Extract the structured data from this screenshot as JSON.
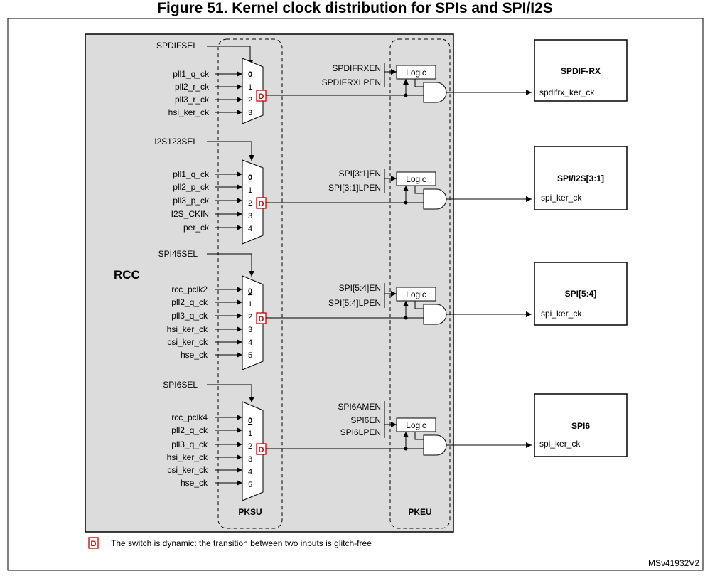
{
  "figure_title": "Figure 51. Kernel clock distribution for SPIs and SPI/I2S",
  "rcc_label": "RCC",
  "pksu_label": "PKSU",
  "pkeu_label": "PKEU",
  "logic_label": "Logic",
  "dynamic_marker": "D",
  "legend_text": "The switch is dynamic: the transition between two inputs is glitch-free",
  "figure_id": "MSv41932V2",
  "colors": {
    "rcc_fill": "#dcdcdc",
    "marker_red": "#cc0000"
  },
  "muxes": [
    {
      "sel": "SPDIFSEL",
      "inputs": [
        "pll1_q_ck",
        "pll2_r_ck",
        "pll3_r_ck",
        "hsi_ker_ck"
      ],
      "indices": [
        "0",
        "1",
        "2",
        "3"
      ],
      "enables": [
        "SPDIFRXEN",
        "SPDIFRXLPEN"
      ],
      "periph_name": "SPDIF-RX",
      "periph_clock": "spdifrx_ker_ck"
    },
    {
      "sel": "I2S123SEL",
      "inputs": [
        "pll1_q_ck",
        "pll2_p_ck",
        "pll3_p_ck",
        "I2S_CKIN",
        "per_ck"
      ],
      "indices": [
        "0",
        "1",
        "2",
        "3",
        "4"
      ],
      "enables": [
        "SPI[3:1]EN",
        "SPI[3:1]LPEN"
      ],
      "periph_name": "SPI/I2S[3:1]",
      "periph_clock": "spi_ker_ck"
    },
    {
      "sel": "SPI45SEL",
      "inputs": [
        "rcc_pclk2",
        "pll2_q_ck",
        "pll3_q_ck",
        "hsi_ker_ck",
        "csi_ker_ck",
        "hse_ck"
      ],
      "indices": [
        "0",
        "1",
        "2",
        "3",
        "4",
        "5"
      ],
      "enables": [
        "SPI[5:4]EN",
        "SPI[5:4]LPEN"
      ],
      "periph_name": "SPI[5:4]",
      "periph_clock": "spi_ker_ck"
    },
    {
      "sel": "SPI6SEL",
      "inputs": [
        "rcc_pclk4",
        "pll2_q_ck",
        "pll3_q_ck",
        "hsi_ker_ck",
        "csi_ker_ck",
        "hse_ck"
      ],
      "indices": [
        "0",
        "1",
        "2",
        "3",
        "4",
        "5"
      ],
      "enables": [
        "SPI6AMEN",
        "SPI6EN",
        "SPI6LPEN"
      ],
      "periph_name": "SPI6",
      "periph_clock": "spi_ker_ck"
    }
  ]
}
